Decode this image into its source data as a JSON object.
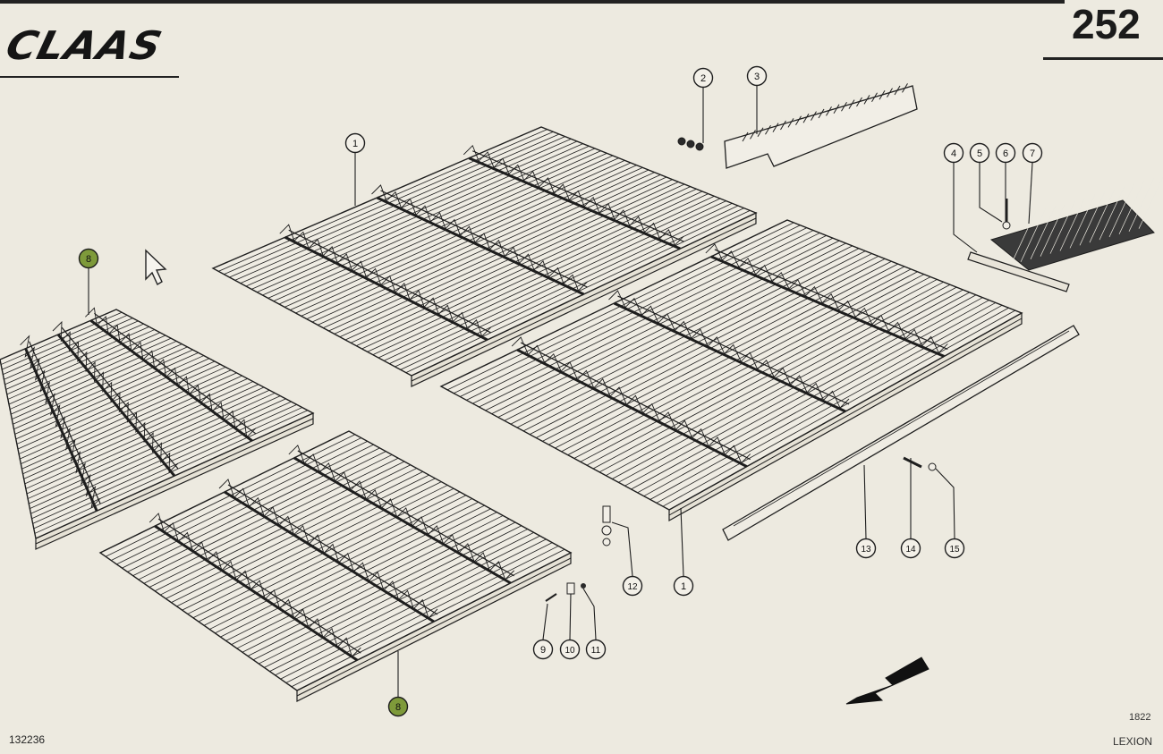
{
  "header": {
    "brand": "CLAAS",
    "page_number": "252"
  },
  "footer": {
    "document_id": "132236",
    "reference_code": "1822",
    "model": "LEXION"
  },
  "colors": {
    "background": "#edeae0",
    "line": "#1e1e1e",
    "highlight": "#7e9a3a"
  },
  "callouts": [
    {
      "label": "1",
      "highlighted": false
    },
    {
      "label": "2",
      "highlighted": false
    },
    {
      "label": "3",
      "highlighted": false
    },
    {
      "label": "4",
      "highlighted": false
    },
    {
      "label": "5",
      "highlighted": false
    },
    {
      "label": "6",
      "highlighted": false
    },
    {
      "label": "7",
      "highlighted": false
    },
    {
      "label": "8",
      "highlighted": true
    },
    {
      "label": "12",
      "highlighted": false
    },
    {
      "label": "1",
      "highlighted": false
    },
    {
      "label": "9",
      "highlighted": false
    },
    {
      "label": "10",
      "highlighted": false
    },
    {
      "label": "11",
      "highlighted": false
    },
    {
      "label": "13",
      "highlighted": false
    },
    {
      "label": "14",
      "highlighted": false
    },
    {
      "label": "15",
      "highlighted": false
    },
    {
      "label": "8",
      "highlighted": true
    }
  ],
  "icons": {
    "cursor": "mouse-pointer-icon",
    "direction": "arrow-down-left-icon"
  }
}
